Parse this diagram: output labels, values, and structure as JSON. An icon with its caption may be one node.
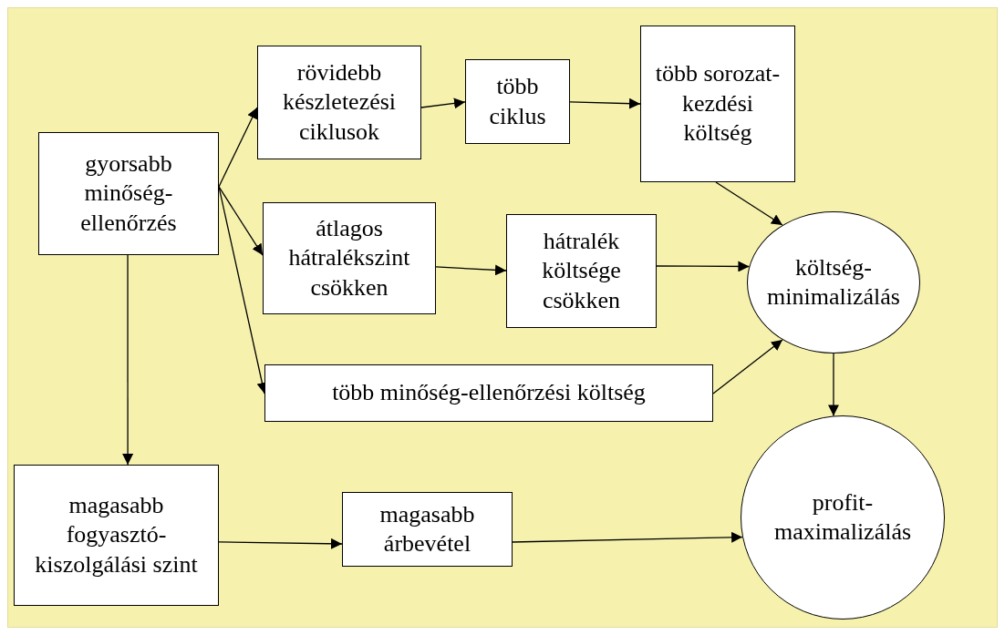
{
  "diagram": {
    "nodes": [
      {
        "text": [
          "gyorsabb minőség-ellenőrzés"
        ]
      },
      {
        "text": [
          "rövidebb készletezési ciklusok"
        ]
      },
      {
        "text": [
          "több ciklus"
        ]
      },
      {
        "text": [
          "több sorozat-kezdési költség"
        ]
      },
      {
        "text": [
          "átlagos hátralékszint csökken"
        ]
      },
      {
        "text": [
          "hátralék költsége csökken"
        ]
      },
      {
        "text": [
          "költség-minimalizálás"
        ]
      },
      {
        "text": [
          "több minőség-ellenőrzési költség"
        ]
      },
      {
        "text": [
          "magasabb fogyasztó-kiszolgálási szint"
        ]
      },
      {
        "text": [
          "magasabb árbevétel"
        ]
      },
      {
        "text": [
          "profit-maximalizálás"
        ]
      }
    ],
    "edges": [
      {
        "from": 0,
        "to": 1,
        "arrow": "to"
      },
      {
        "from": 0,
        "to": 4,
        "arrow": "to"
      },
      {
        "from": 0,
        "to": 7,
        "arrow": "to"
      },
      {
        "from": 0,
        "to": 8,
        "arrow": "to"
      },
      {
        "from": 1,
        "to": 2,
        "arrow": "to"
      },
      {
        "from": 2,
        "to": 3,
        "arrow": "to"
      },
      {
        "from": 3,
        "to": 6,
        "arrow": "to"
      },
      {
        "from": 4,
        "to": 5,
        "arrow": "to"
      },
      {
        "from": 5,
        "to": 6,
        "arrow": "to"
      },
      {
        "from": 7,
        "to": 6,
        "arrow": "to"
      },
      {
        "from": 6,
        "to": 10,
        "arrow": "to"
      },
      {
        "from": 8,
        "to": 9,
        "arrow": "to"
      },
      {
        "from": 9,
        "to": 10,
        "arrow": "to"
      }
    ]
  }
}
